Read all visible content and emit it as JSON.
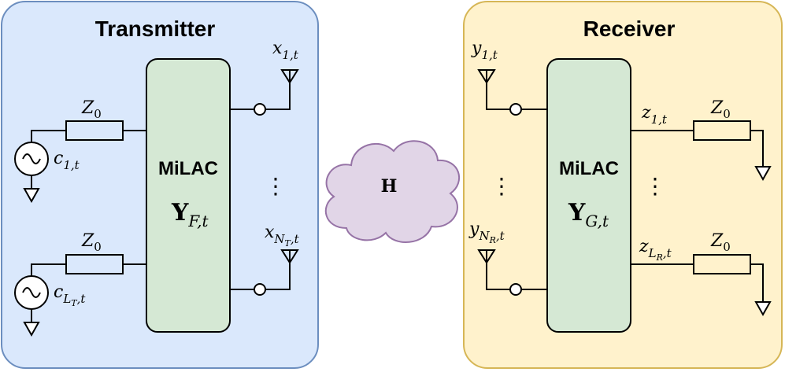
{
  "transmitter": {
    "title": "Transmitter",
    "block_label": "MiLAC",
    "matrix_symbol": "Y",
    "matrix_sub": "F,t",
    "impedance_symbol": "Z",
    "impedance_sub": "0",
    "sources": [
      {
        "symbol": "c",
        "sub": "1,t"
      },
      {
        "symbol": "c",
        "sub": "L",
        "sub_sub": "T",
        "sub_tail": ",t"
      }
    ],
    "outputs": [
      {
        "symbol": "x",
        "sub": "1,t"
      },
      {
        "symbol": "x",
        "sub": "N",
        "sub_sub": "T",
        "sub_tail": ",t"
      }
    ],
    "dots": "⋮"
  },
  "channel": {
    "label": "H"
  },
  "receiver": {
    "title": "Receiver",
    "block_label": "MiLAC",
    "matrix_symbol": "Y",
    "matrix_sub": "G,t",
    "impedance_symbol": "Z",
    "impedance_sub": "0",
    "inputs": [
      {
        "symbol": "y",
        "sub": "1,t"
      },
      {
        "symbol": "y",
        "sub": "N",
        "sub_sub": "R",
        "sub_tail": ",t"
      }
    ],
    "loads": [
      {
        "symbol": "z",
        "sub": "1,t"
      },
      {
        "symbol": "z",
        "sub": "L",
        "sub_sub": "R",
        "sub_tail": ",t"
      }
    ],
    "dots": "⋮"
  },
  "colors": {
    "tx_fill": "#dae8fc",
    "tx_stroke": "#6c8ebf",
    "rx_fill": "#fff2cc",
    "rx_stroke": "#d6b656",
    "milac_fill": "#d5e8d4",
    "milac_stroke": "#000000",
    "cloud_fill": "#e1d5e7",
    "cloud_stroke": "#9673a6"
  }
}
